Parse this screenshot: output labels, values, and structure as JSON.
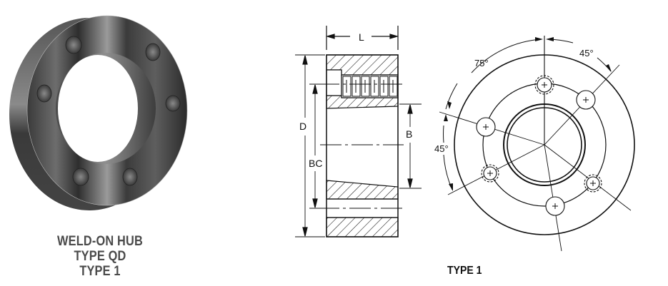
{
  "photo": {
    "subject": "weld-on hub ring",
    "bolt_holes_visible": 6
  },
  "caption_left": {
    "line1": "WELD-ON HUB",
    "line2": "TYPE QD",
    "line3": "TYPE 1"
  },
  "section_view": {
    "labels": {
      "length": "L",
      "outer_diameter": "D",
      "bolt_circle": "BC",
      "bore": "B"
    }
  },
  "front_view": {
    "angles": {
      "top_left": "75°",
      "top_right": "45°",
      "left": "45°"
    }
  },
  "caption_right": {
    "label": "TYPE 1"
  },
  "colors": {
    "line": "#111111",
    "caption_gray": "#4a4a4a",
    "background": "#ffffff"
  }
}
